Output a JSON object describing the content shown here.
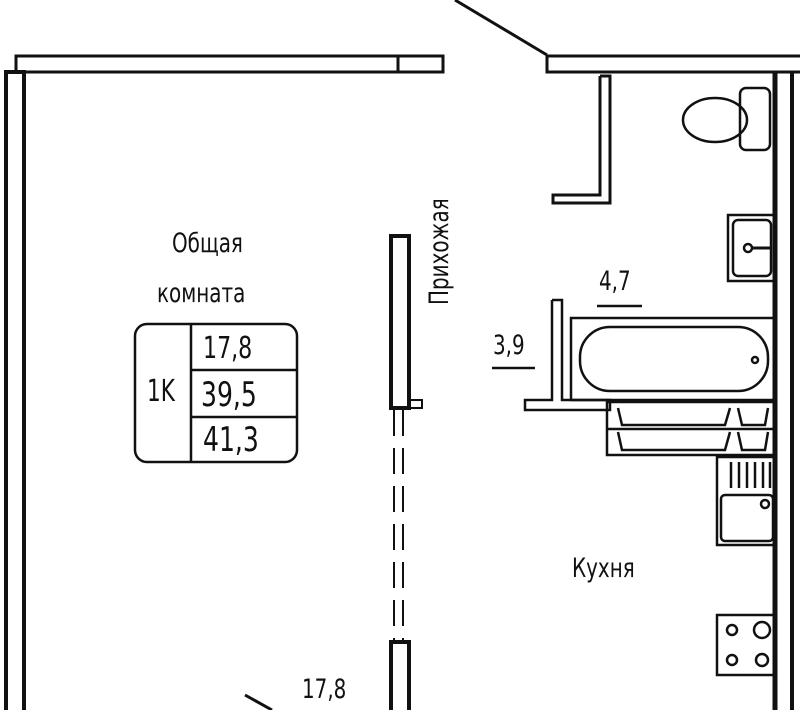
{
  "rooms": {
    "living": {
      "line1": "Общая",
      "line2": "комната"
    },
    "hallway": "Прихожая",
    "kitchen": "Кухня"
  },
  "apartment_badge": {
    "type": "1K",
    "living_area": "17,8",
    "total_area": "39,5",
    "area_with_balcony": "41,3"
  },
  "area_labels": {
    "bathroom": "4,7",
    "hallway": "3,9",
    "bottom": "17,8"
  }
}
